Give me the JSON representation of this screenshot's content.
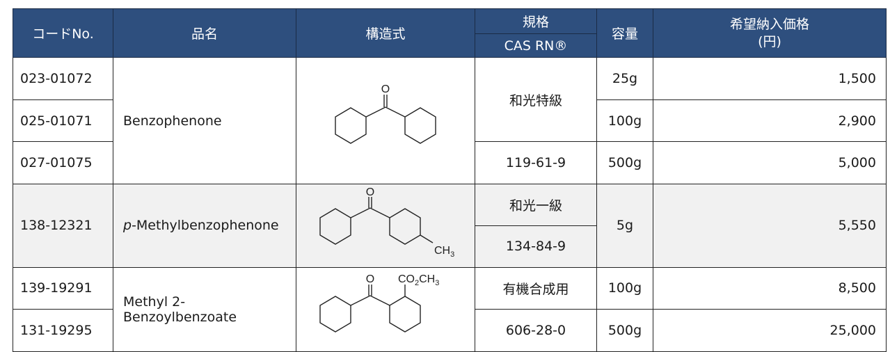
{
  "table": {
    "headers": {
      "code": "コードNo.",
      "name": "品名",
      "structure": "構造式",
      "grade_group": "規格",
      "cas": "CAS RN®",
      "capacity": "容量",
      "price_line1": "希望納入価格",
      "price_line2": "(円)"
    },
    "products": [
      {
        "name": "Benzophenone",
        "name_prefix": "",
        "structure_labels": [
          "O"
        ],
        "grade": "和光特級",
        "cas": "119-61-9",
        "rows": [
          {
            "code": "023-01072",
            "capacity": "25g",
            "price": "1,500"
          },
          {
            "code": "025-01071",
            "capacity": "100g",
            "price": "2,900"
          },
          {
            "code": "027-01075",
            "capacity": "500g",
            "price": "5,000"
          }
        ]
      },
      {
        "name": "-Methylbenzophenone",
        "name_prefix": "p",
        "structure_labels": [
          "O",
          "CH",
          "3"
        ],
        "grade": "和光一級",
        "cas": "134-84-9",
        "rows": [
          {
            "code": "138-12321",
            "capacity": "5g",
            "price": "5,550"
          }
        ]
      },
      {
        "name": "Methyl 2-Benzoylbenzoate",
        "name_prefix": "",
        "structure_labels": [
          "O",
          "CO",
          "2",
          "CH",
          "3"
        ],
        "grade": "有機合成用",
        "cas": "606-28-0",
        "rows": [
          {
            "code": "139-19291",
            "capacity": "100g",
            "price": "8,500"
          },
          {
            "code": "131-19295",
            "capacity": "500g",
            "price": "25,000"
          }
        ]
      }
    ]
  }
}
